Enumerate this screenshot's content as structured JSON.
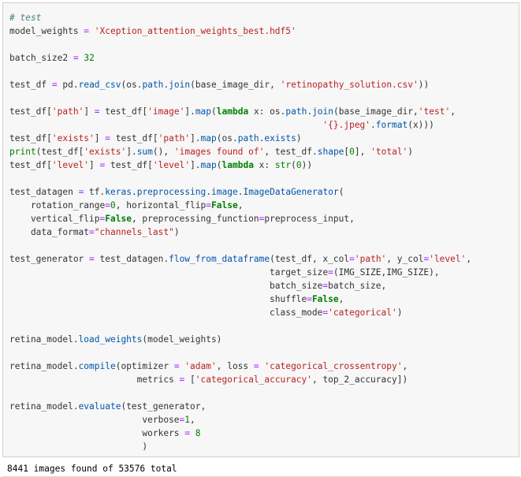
{
  "code_cell": {
    "lines": [
      "# test",
      "model_weights = 'Xception_attention_weights_best.hdf5'",
      "",
      "batch_size2 = 32",
      "",
      "test_df = pd.read_csv(os.path.join(base_image_dir, 'retinopathy_solution.csv'))",
      "",
      "test_df['path'] = test_df['image'].map(lambda x: os.path.join(base_image_dir,'test',",
      "                                                           '{}.jpeg'.format(x)))",
      "test_df['exists'] = test_df['path'].map(os.path.exists)",
      "print(test_df['exists'].sum(), 'images found of', test_df.shape[0], 'total')",
      "test_df['level'] = test_df['level'].map(lambda x: str(0))",
      "",
      "test_datagen = tf.keras.preprocessing.image.ImageDataGenerator(",
      "    rotation_range=0, horizontal_flip=False,",
      "    vertical_flip=False, preprocessing_function=preprocess_input,",
      "    data_format=\"channels_last\")",
      "",
      "test_generator = test_datagen.flow_from_dataframe(test_df, x_col='path', y_col='level',",
      "                                                 target_size=(IMG_SIZE,IMG_SIZE),",
      "                                                 batch_size=batch_size,",
      "                                                 shuffle=False,",
      "                                                 class_mode='categorical')",
      "",
      "retina_model.load_weights(model_weights)",
      "",
      "retina_model.compile(optimizer = 'adam', loss = 'categorical_crossentropy',",
      "                        metrics = ['categorical_accuracy', top_2_accuracy])",
      "",
      "retina_model.evaluate(test_generator,",
      "                         verbose=1,",
      "                         workers = 8",
      "                         )"
    ]
  },
  "output": {
    "text": "8441 images found of 53576 total"
  }
}
